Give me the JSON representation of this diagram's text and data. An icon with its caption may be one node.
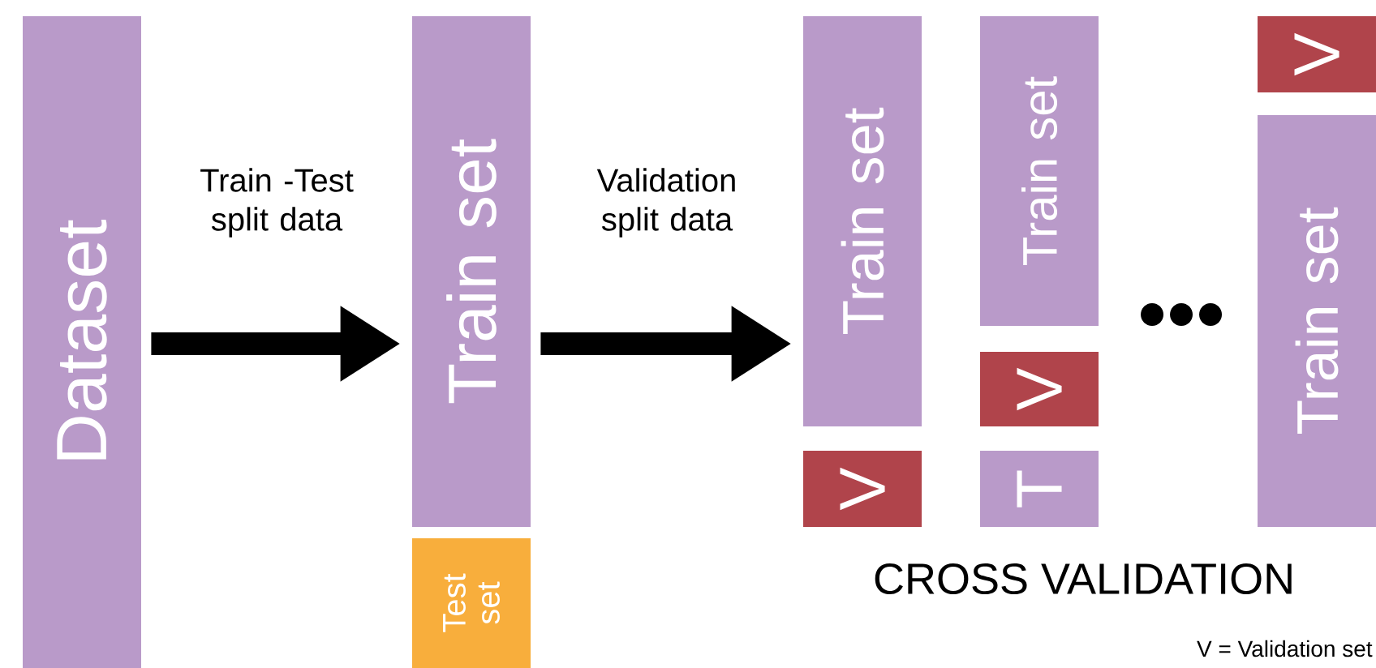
{
  "diagram": {
    "nodes": [
      {
        "text": [
          "Dataset"
        ]
      },
      {
        "text": [
          "Train set"
        ]
      },
      {
        "text": [
          "Test set"
        ]
      },
      {
        "text": [
          "Train set"
        ]
      },
      {
        "text": [
          "V"
        ]
      },
      {
        "text": [
          "Train set"
        ]
      },
      {
        "text": [
          "V"
        ]
      },
      {
        "text": [
          "T"
        ]
      },
      {
        "text": [
          "V"
        ]
      },
      {
        "text": [
          "Train set"
        ]
      }
    ],
    "edges": [
      {
        "from": 0,
        "to": 1,
        "arrow": "to",
        "label": "Train -Test split data"
      },
      {
        "from": 1,
        "to": 3,
        "arrow": "to",
        "label": "Validation split data"
      }
    ],
    "labels": [
      "CROSS VALIDATION",
      "V = Validation set"
    ]
  }
}
